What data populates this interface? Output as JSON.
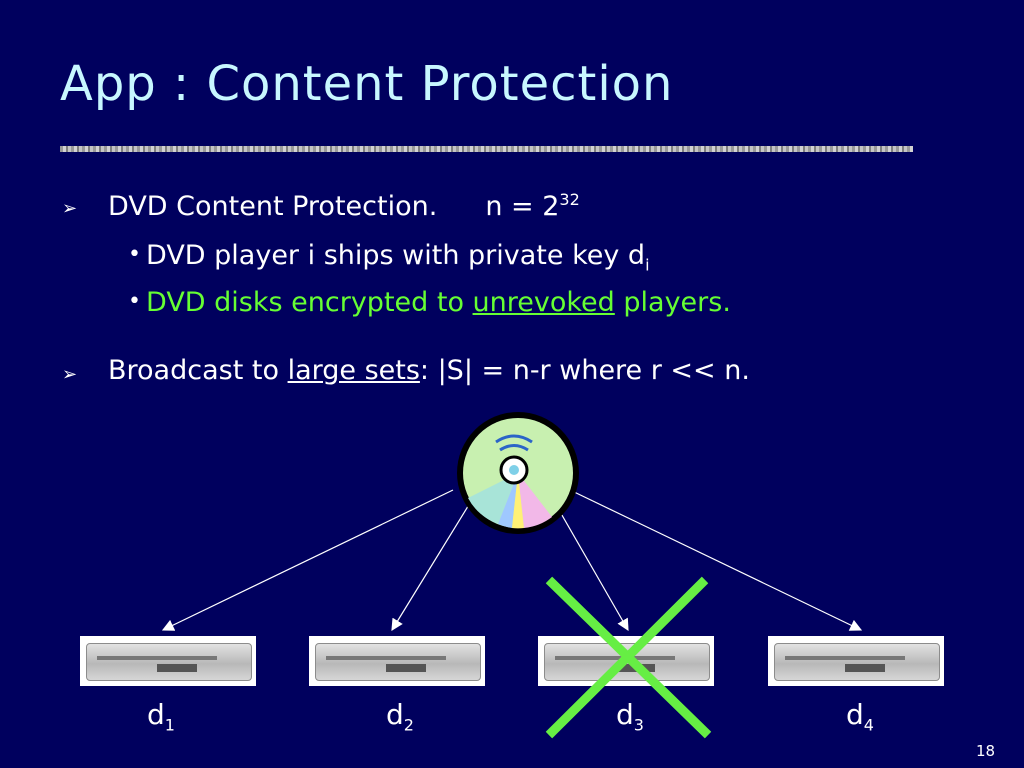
{
  "title": "App :  Content Protection",
  "bullets": {
    "b1_text": "DVD Content Protection.",
    "b1_eq": "n = 2",
    "b1_exp": "32",
    "s1_text": "DVD player  i  ships with private key   d",
    "s1_sub": "i",
    "s2_text": "DVD disks encrypted to ",
    "s2_u": "unrevoked",
    "s2_tail": " players.",
    "b2_text": "Broadcast to ",
    "b2_u": "large sets",
    "b2_tail": ":   |S| = n-r   where   r << n."
  },
  "players": [
    {
      "base": "d",
      "sub": "1"
    },
    {
      "base": "d",
      "sub": "2"
    },
    {
      "base": "d",
      "sub": "3"
    },
    {
      "base": "d",
      "sub": "4"
    }
  ],
  "page_number": "18",
  "colors": {
    "background": "#00005e",
    "title": "#c8f7ff",
    "highlight": "#66ff33",
    "cross": "#66ee44"
  },
  "icons": {
    "bullet_main": "arrow-bullet-icon",
    "bullet_sub": "dot-bullet-icon",
    "disc": "dvd-disc-icon",
    "revoked": "cross-icon"
  }
}
